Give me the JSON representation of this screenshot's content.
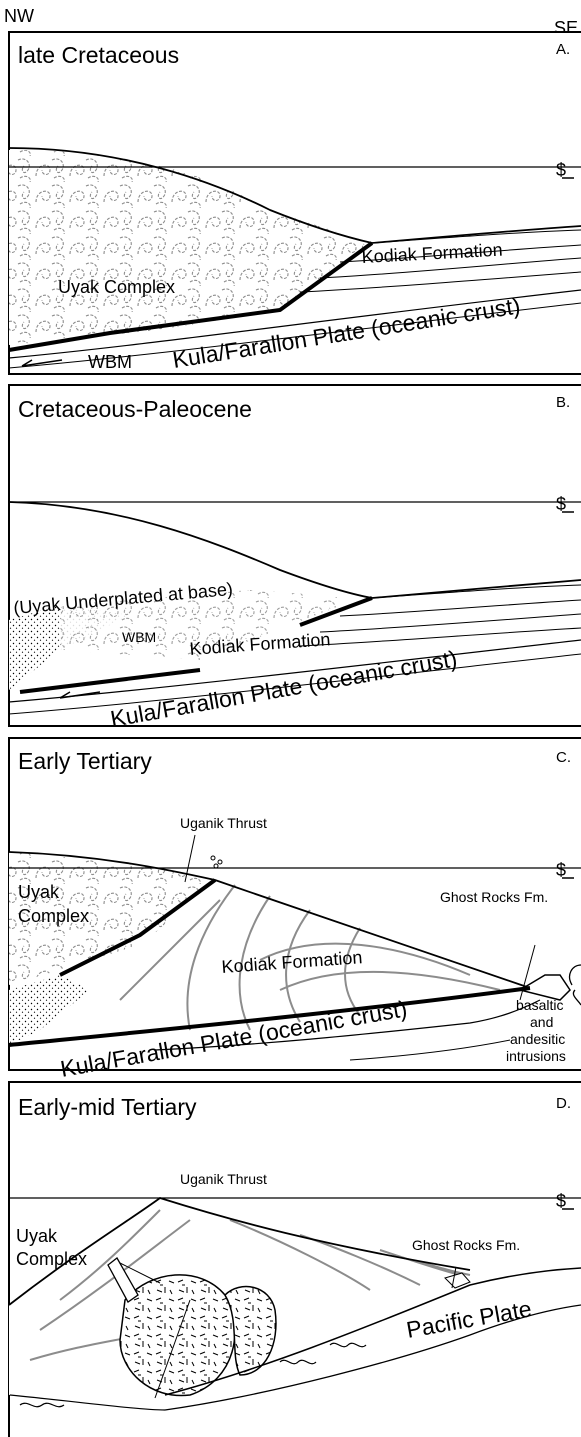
{
  "compass": {
    "left": "NW",
    "right": "SE"
  },
  "sea_level_symbol": "$",
  "panels": [
    {
      "id": "A",
      "letter": "A.",
      "title": "late Cretaceous",
      "labels": {
        "uyak": "Uyak Complex",
        "kodiak": "Kodiak Formation",
        "plate": "Kula/Farallon Plate (oceanic crust)",
        "wbm": "WBM"
      }
    },
    {
      "id": "B",
      "letter": "B.",
      "title": "Cretaceous-Paleocene",
      "labels": {
        "uyak": "(Uyak Underplated at base)",
        "wbm": "WBM",
        "kodiak": "Kodiak Formation",
        "plate": "Kula/Farallon Plate (oceanic crust)"
      }
    },
    {
      "id": "C",
      "letter": "C.",
      "title": "Early Tertiary",
      "labels": {
        "thrust": "Uganik Thrust",
        "uyak_1": "Uyak",
        "uyak_2": "Complex",
        "ghost": "Ghost Rocks Fm.",
        "kodiak": "Kodiak Formation",
        "plate": "Kula/Farallon Plate (oceanic crust)",
        "intr_1": "basaltic",
        "intr_2": "and",
        "intr_3": "andesitic",
        "intr_4": "intrusions"
      }
    },
    {
      "id": "D",
      "letter": "D.",
      "title": "Early-mid Tertiary",
      "labels": {
        "thrust": "Uganik Thrust",
        "uyak_1": "Uyak",
        "uyak_2": "Complex",
        "ghost": "Ghost Rocks Fm.",
        "plate": "Pacific Plate"
      }
    }
  ],
  "colors": {
    "outline": "#000000",
    "strata": "#8c8c8c",
    "fill": "#ffffff"
  }
}
